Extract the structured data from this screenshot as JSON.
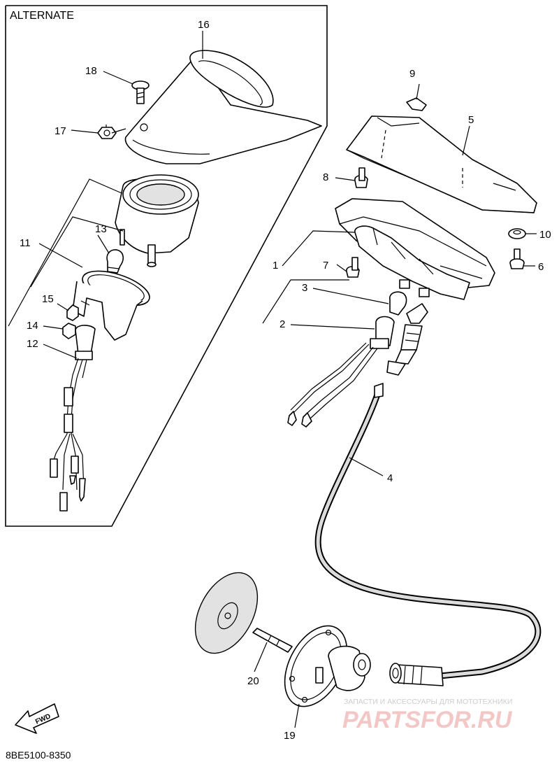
{
  "diagram": {
    "alternate_label": "ALTERNATE",
    "drawing_code": "8BE5100-8350",
    "fwd_label": "FWD",
    "watermark": {
      "tagline": "ЗАПАСТИ И АКСЕССУАРЫ ДЛЯ МОТОТЕХНИКИ",
      "logo_text": "PARTSFOR.RU"
    },
    "callouts": [
      {
        "id": "16",
        "text": "16"
      },
      {
        "id": "18",
        "text": "18"
      },
      {
        "id": "17",
        "text": "17"
      },
      {
        "id": "13",
        "text": "13"
      },
      {
        "id": "11",
        "text": "11"
      },
      {
        "id": "15",
        "text": "15"
      },
      {
        "id": "14",
        "text": "14"
      },
      {
        "id": "12",
        "text": "12"
      },
      {
        "id": "9",
        "text": "9"
      },
      {
        "id": "5",
        "text": "5"
      },
      {
        "id": "8",
        "text": "8"
      },
      {
        "id": "10",
        "text": "10"
      },
      {
        "id": "1",
        "text": "1"
      },
      {
        "id": "7",
        "text": "7"
      },
      {
        "id": "6",
        "text": "6"
      },
      {
        "id": "3",
        "text": "3"
      },
      {
        "id": "2",
        "text": "2"
      },
      {
        "id": "4",
        "text": "4"
      },
      {
        "id": "20",
        "text": "20"
      },
      {
        "id": "19",
        "text": "19"
      }
    ]
  }
}
